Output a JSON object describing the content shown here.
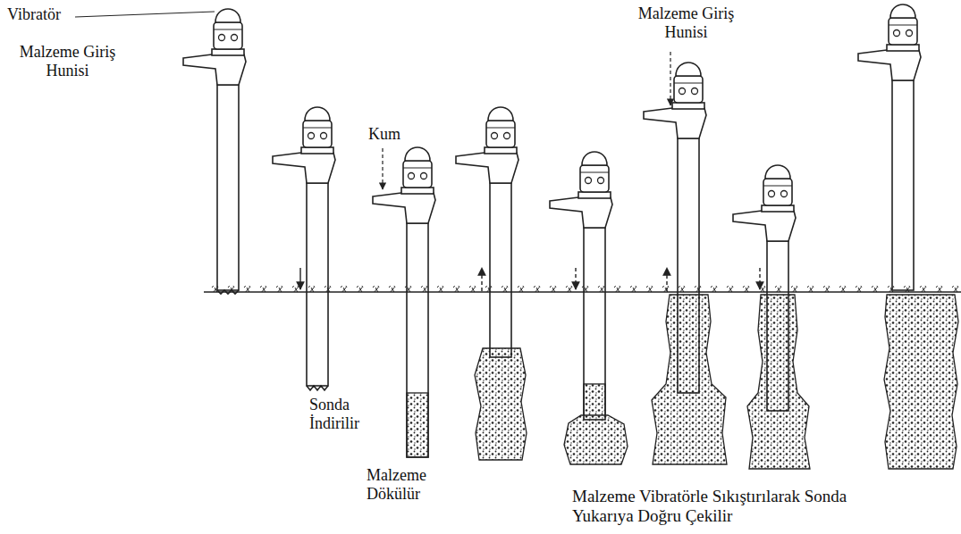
{
  "diagram": {
    "labels": [
      "Vibratör",
      "Malzeme Giriş Hunisi",
      "Kum",
      "Sonda İndirilir",
      "Malzeme Dökülür",
      "Malzeme Giriş Hunisi",
      "Malzeme Vibratörle Sıkıştırılarak Sonda Yukarıya Doğru Çekilir"
    ]
  }
}
